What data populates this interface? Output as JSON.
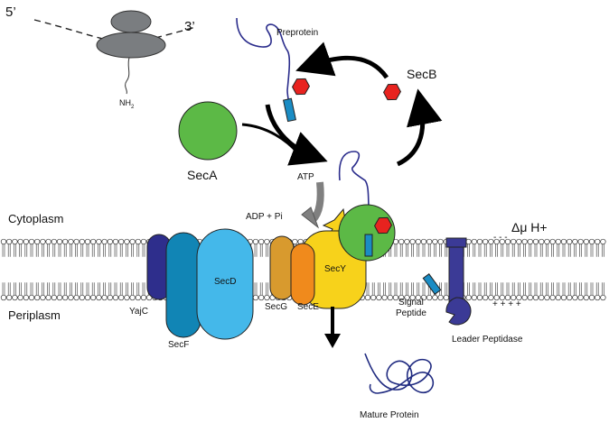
{
  "labels": {
    "five_prime": "5’",
    "three_prime": "3’",
    "nh2": "NH",
    "nh2_sub": "2",
    "preprotein": "Preprotein",
    "secb": "SecB",
    "seca": "SecA",
    "atp": "ATP",
    "adp_pi": "ADP + Pi",
    "cytoplasm": "Cytoplasm",
    "periplasm": "Periplasm",
    "delta_mu": "Δμ H+",
    "minus_signs": "- - -",
    "plus_signs": "+ + + +",
    "secd": "SecD",
    "secy": "SecY",
    "yajc": "YajC",
    "secf": "SecF",
    "secg": "SecG",
    "sece": "SecE",
    "signal_peptide_line1": "Signal",
    "signal_peptide_line2": "Peptide",
    "leader_peptidase": "Leader Peptidase",
    "mature_protein": "Mature Protein"
  },
  "colors": {
    "ribosome": "#7a7d80",
    "seca": "#5cb946",
    "secb": "#e8231f",
    "signal_peptide": "#1a8cc4",
    "preprotein_chain": "#2b2d8c",
    "yajc": "#2e2e8c",
    "secf": "#1185b5",
    "secd": "#44b8ea",
    "secg": "#d89a2e",
    "sece": "#f08a1c",
    "secy": "#f7d21b",
    "leader_peptidase": "#3b3a96",
    "mature_protein": "#1f2a80",
    "arrow": "#000000",
    "atp_arrow": "#808080",
    "membrane_line": "#333333"
  }
}
